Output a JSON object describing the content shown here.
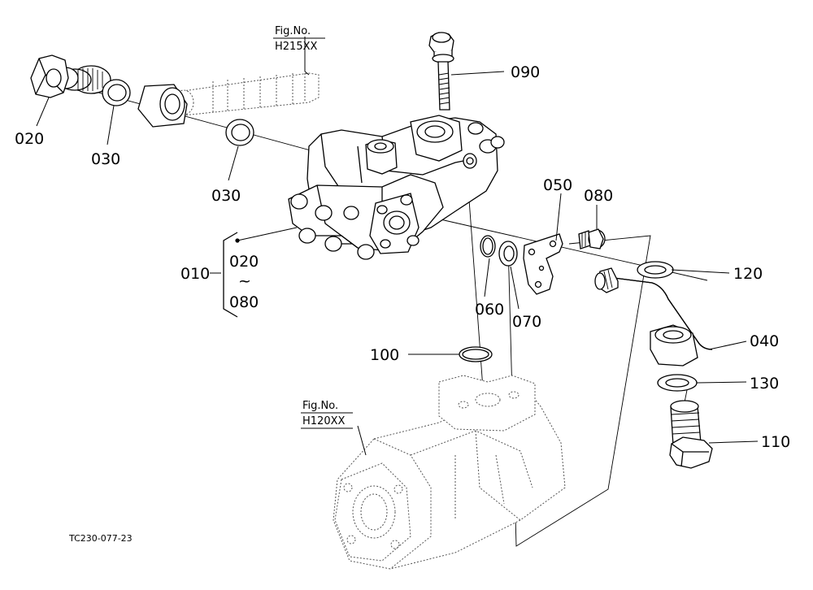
{
  "figure_refs": [
    {
      "id": "ref-top",
      "line1": "Fig.No.",
      "line2": "H215XX"
    },
    {
      "id": "ref-bottom",
      "line1": "Fig.No.",
      "line2": "H120XX"
    }
  ],
  "labels": {
    "l020": "020",
    "l030a": "030",
    "l030b": "030",
    "l090": "090",
    "l050": "050",
    "l080": "080",
    "l120": "120",
    "l010": "010",
    "l020r": "020",
    "ltilde": "~",
    "l080r": "080",
    "l060": "060",
    "l070": "070",
    "l040": "040",
    "l100": "100",
    "l130": "130",
    "l110": "110"
  },
  "drawing_code": "TC230-077-23"
}
